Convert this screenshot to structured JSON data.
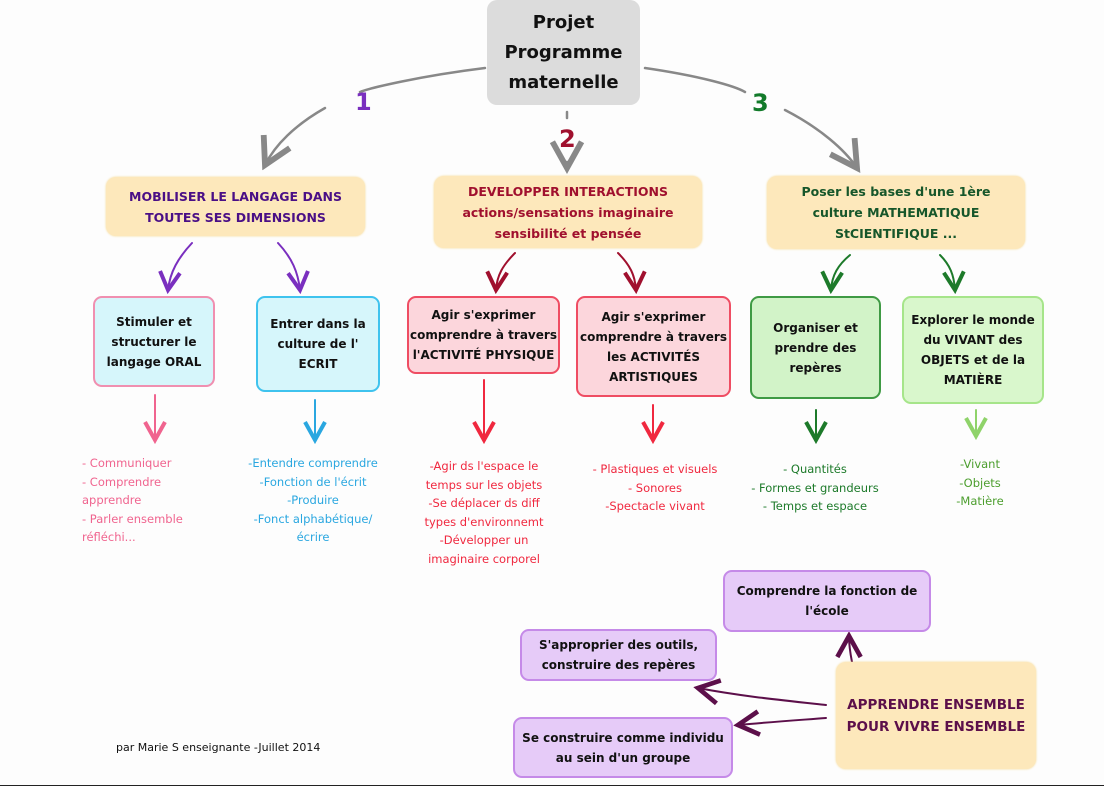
{
  "root": {
    "title": "Projet\nProgramme\nmaternelle"
  },
  "branches": [
    {
      "number": "1",
      "color": "#7a2fbf",
      "title": "MOBILISER LE LANGAGE DANS\nTOUTES SES DIMENSIONS",
      "subs": [
        {
          "label": "Stimuler et\nstructurer le\nlangage ORAL",
          "border": "#f08fb0",
          "bg": "#d6f6fb",
          "leaf_color": "#f0648f",
          "leaves": "- Communiquer\n- Comprendre\napprendre\n- Parler ensemble\nréfléchi..."
        },
        {
          "label": "Entrer dans la\nculture de l'\nECRIT",
          "border": "#3fc3ee",
          "bg": "#d6f6fb",
          "leaf_color": "#2aa7e0",
          "leaves": "-Entendre comprendre\n-Fonction de l'écrit\n-Produire\n-Fonct alphabétique/\nécrire"
        }
      ]
    },
    {
      "number": "2",
      "color": "#a0102e",
      "title": "DEVELOPPER   INTERACTIONS\nactions/sensations imaginaire\nsensibilité et pensée",
      "subs": [
        {
          "label": "Agir s'exprimer\ncomprendre à travers\nl'ACTIVITÉ PHYSIQUE",
          "border": "#ef4d63",
          "bg": "#fcd6dc",
          "leaf_color": "#f0283f",
          "leaves": "-Agir ds l'espace le\ntemps sur les objets\n-Se déplacer ds diff\ntypes d'environnemt\n-Développer un\nimaginaire corporel"
        },
        {
          "label": "Agir s'exprimer\ncomprendre à travers\nles ACTIVITÉS\nARTISTIQUES",
          "border": "#ef4d63",
          "bg": "#fcd6dc",
          "leaf_color": "#f0283f",
          "leaves": "- Plastiques et visuels\n- Sonores\n-Spectacle vivant"
        }
      ]
    },
    {
      "number": "3",
      "color": "#127a2a",
      "title": "Poser les bases d'une 1ère\nculture MATHEMATIQUE\nStCIENTIFIQUE ...",
      "subs": [
        {
          "label": "Organiser et\nprendre des\nrepères",
          "border": "#3f9a44",
          "bg": "#d2f3c8",
          "leaf_color": "#1d7a2a",
          "leaves": "- Quantités\n- Formes et grandeurs\n- Temps et espace"
        },
        {
          "label": "Explorer le monde\ndu VIVANT des\nOBJETS et de la\nMATIÈRE",
          "border": "#a6e58a",
          "bg": "#d9f7cc",
          "leaf_color": "#4c9e2e",
          "leaves": "-Vivant\n-Objets\n-Matière"
        }
      ]
    }
  ],
  "ensemble": {
    "title": "APPRENDRE ENSEMBLE\nPOUR VIVRE ENSEMBLE",
    "color": "#5c0f4a",
    "subs": [
      {
        "label": "Comprendre la fonction de\nl'école"
      },
      {
        "label": "S'approprier des outils,\nconstruire des repères"
      },
      {
        "label": "Se construire comme individu\nau sein d'un groupe"
      }
    ]
  },
  "credit": "par Marie S enseignante -Juillet 2014"
}
